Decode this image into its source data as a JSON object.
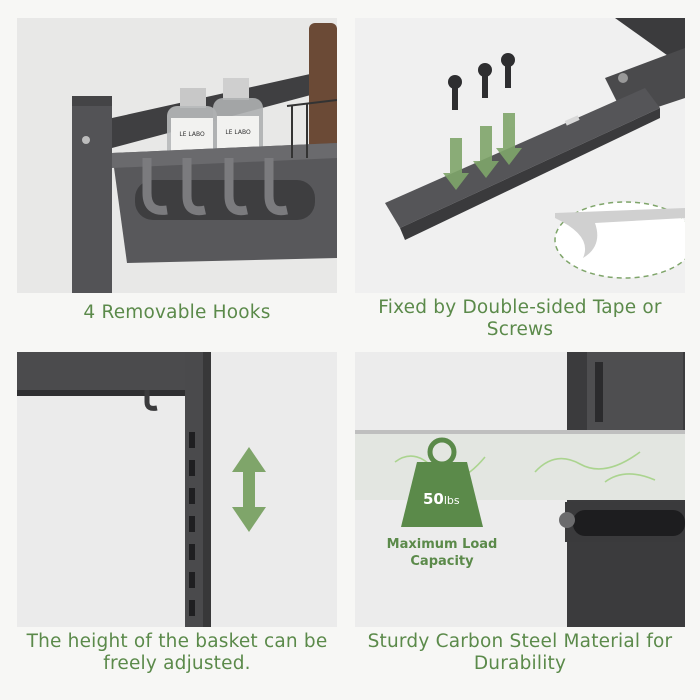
{
  "panels": {
    "hooks": {
      "caption": "4 Removable Hooks",
      "bottle_labels": [
        "LE LABO",
        "LE LABO"
      ]
    },
    "mounting": {
      "caption": "Fixed by Double-sided Tape or Screws"
    },
    "height": {
      "caption": "The height of the basket can be freely adjusted."
    },
    "material": {
      "caption": "Sturdy Carbon Steel Material for Durability",
      "load_value": "50",
      "load_unit": "lbs",
      "load_label_line1": "Maximum Load",
      "load_label_line2": "Capacity"
    }
  },
  "colors": {
    "accent_green": "#5b8a4a",
    "arrow_green": "#7fa56a",
    "metal_dark": "#4a4a4c"
  }
}
